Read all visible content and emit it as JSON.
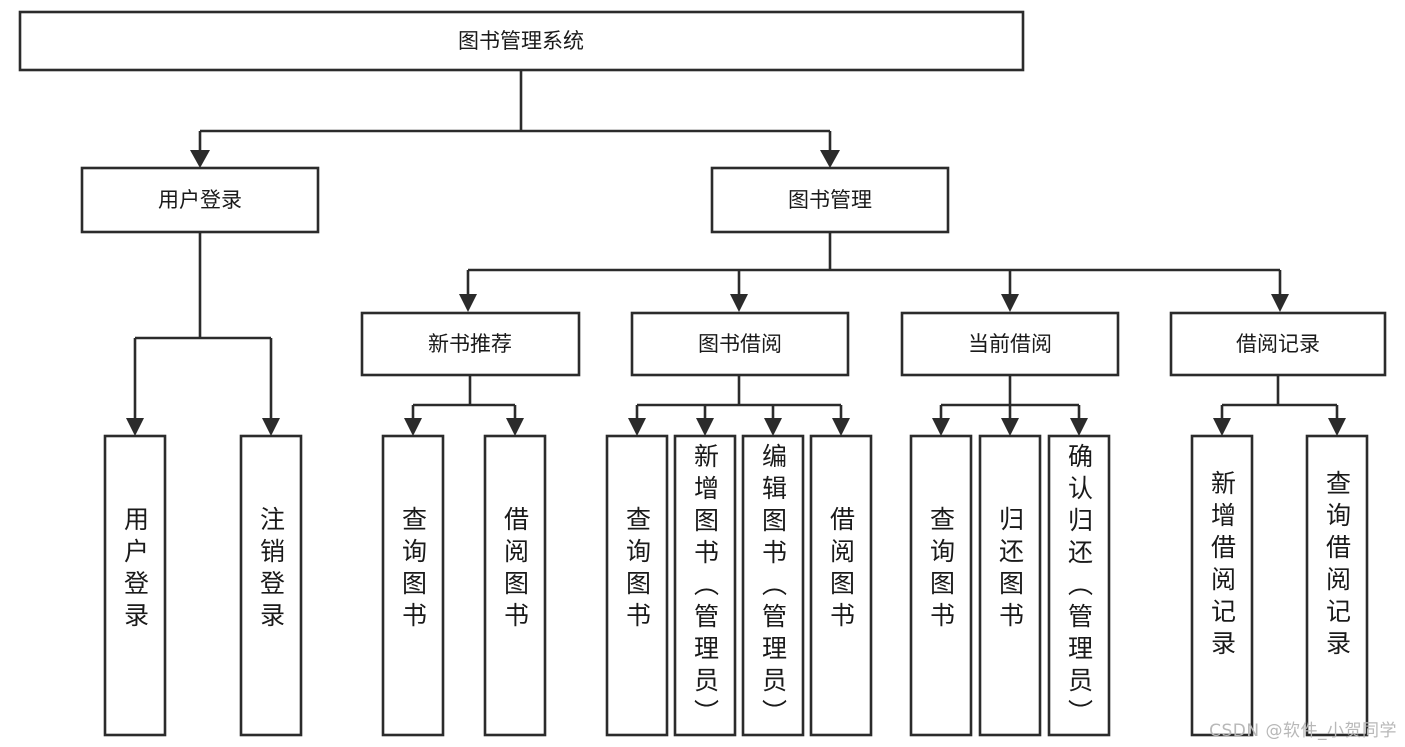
{
  "diagram": {
    "title": "图书管理系统",
    "watermark": "CSDN @软件_小贺同学",
    "colors": {
      "stroke": "#2b2b2b",
      "fill": "#ffffff",
      "text": "#1a1a1a",
      "watermark": "#b8b8b8",
      "background": "#ffffff"
    },
    "root": {
      "label": "图书管理系统"
    },
    "level2": [
      {
        "label": "用户登录"
      },
      {
        "label": "图书管理"
      }
    ],
    "level3": [
      {
        "label": "新书推荐"
      },
      {
        "label": "图书借阅"
      },
      {
        "label": "当前借阅"
      },
      {
        "label": "借阅记录"
      }
    ],
    "leaves": {
      "user_login": [
        {
          "label": "用户登录"
        },
        {
          "label": "注销登录"
        }
      ],
      "new_book_recommend": [
        {
          "label": "查询图书"
        },
        {
          "label": "借阅图书"
        }
      ],
      "book_borrow": [
        {
          "label": "查询图书"
        },
        {
          "label": "新增图书（管理员）"
        },
        {
          "label": "编辑图书（管理员）"
        },
        {
          "label": "借阅图书"
        }
      ],
      "current_borrow": [
        {
          "label": "查询图书"
        },
        {
          "label": "归还图书"
        },
        {
          "label": "确认归还（管理员）"
        }
      ],
      "borrow_record": [
        {
          "label": "新增借阅记录"
        },
        {
          "label": "查询借阅记录"
        }
      ]
    }
  }
}
